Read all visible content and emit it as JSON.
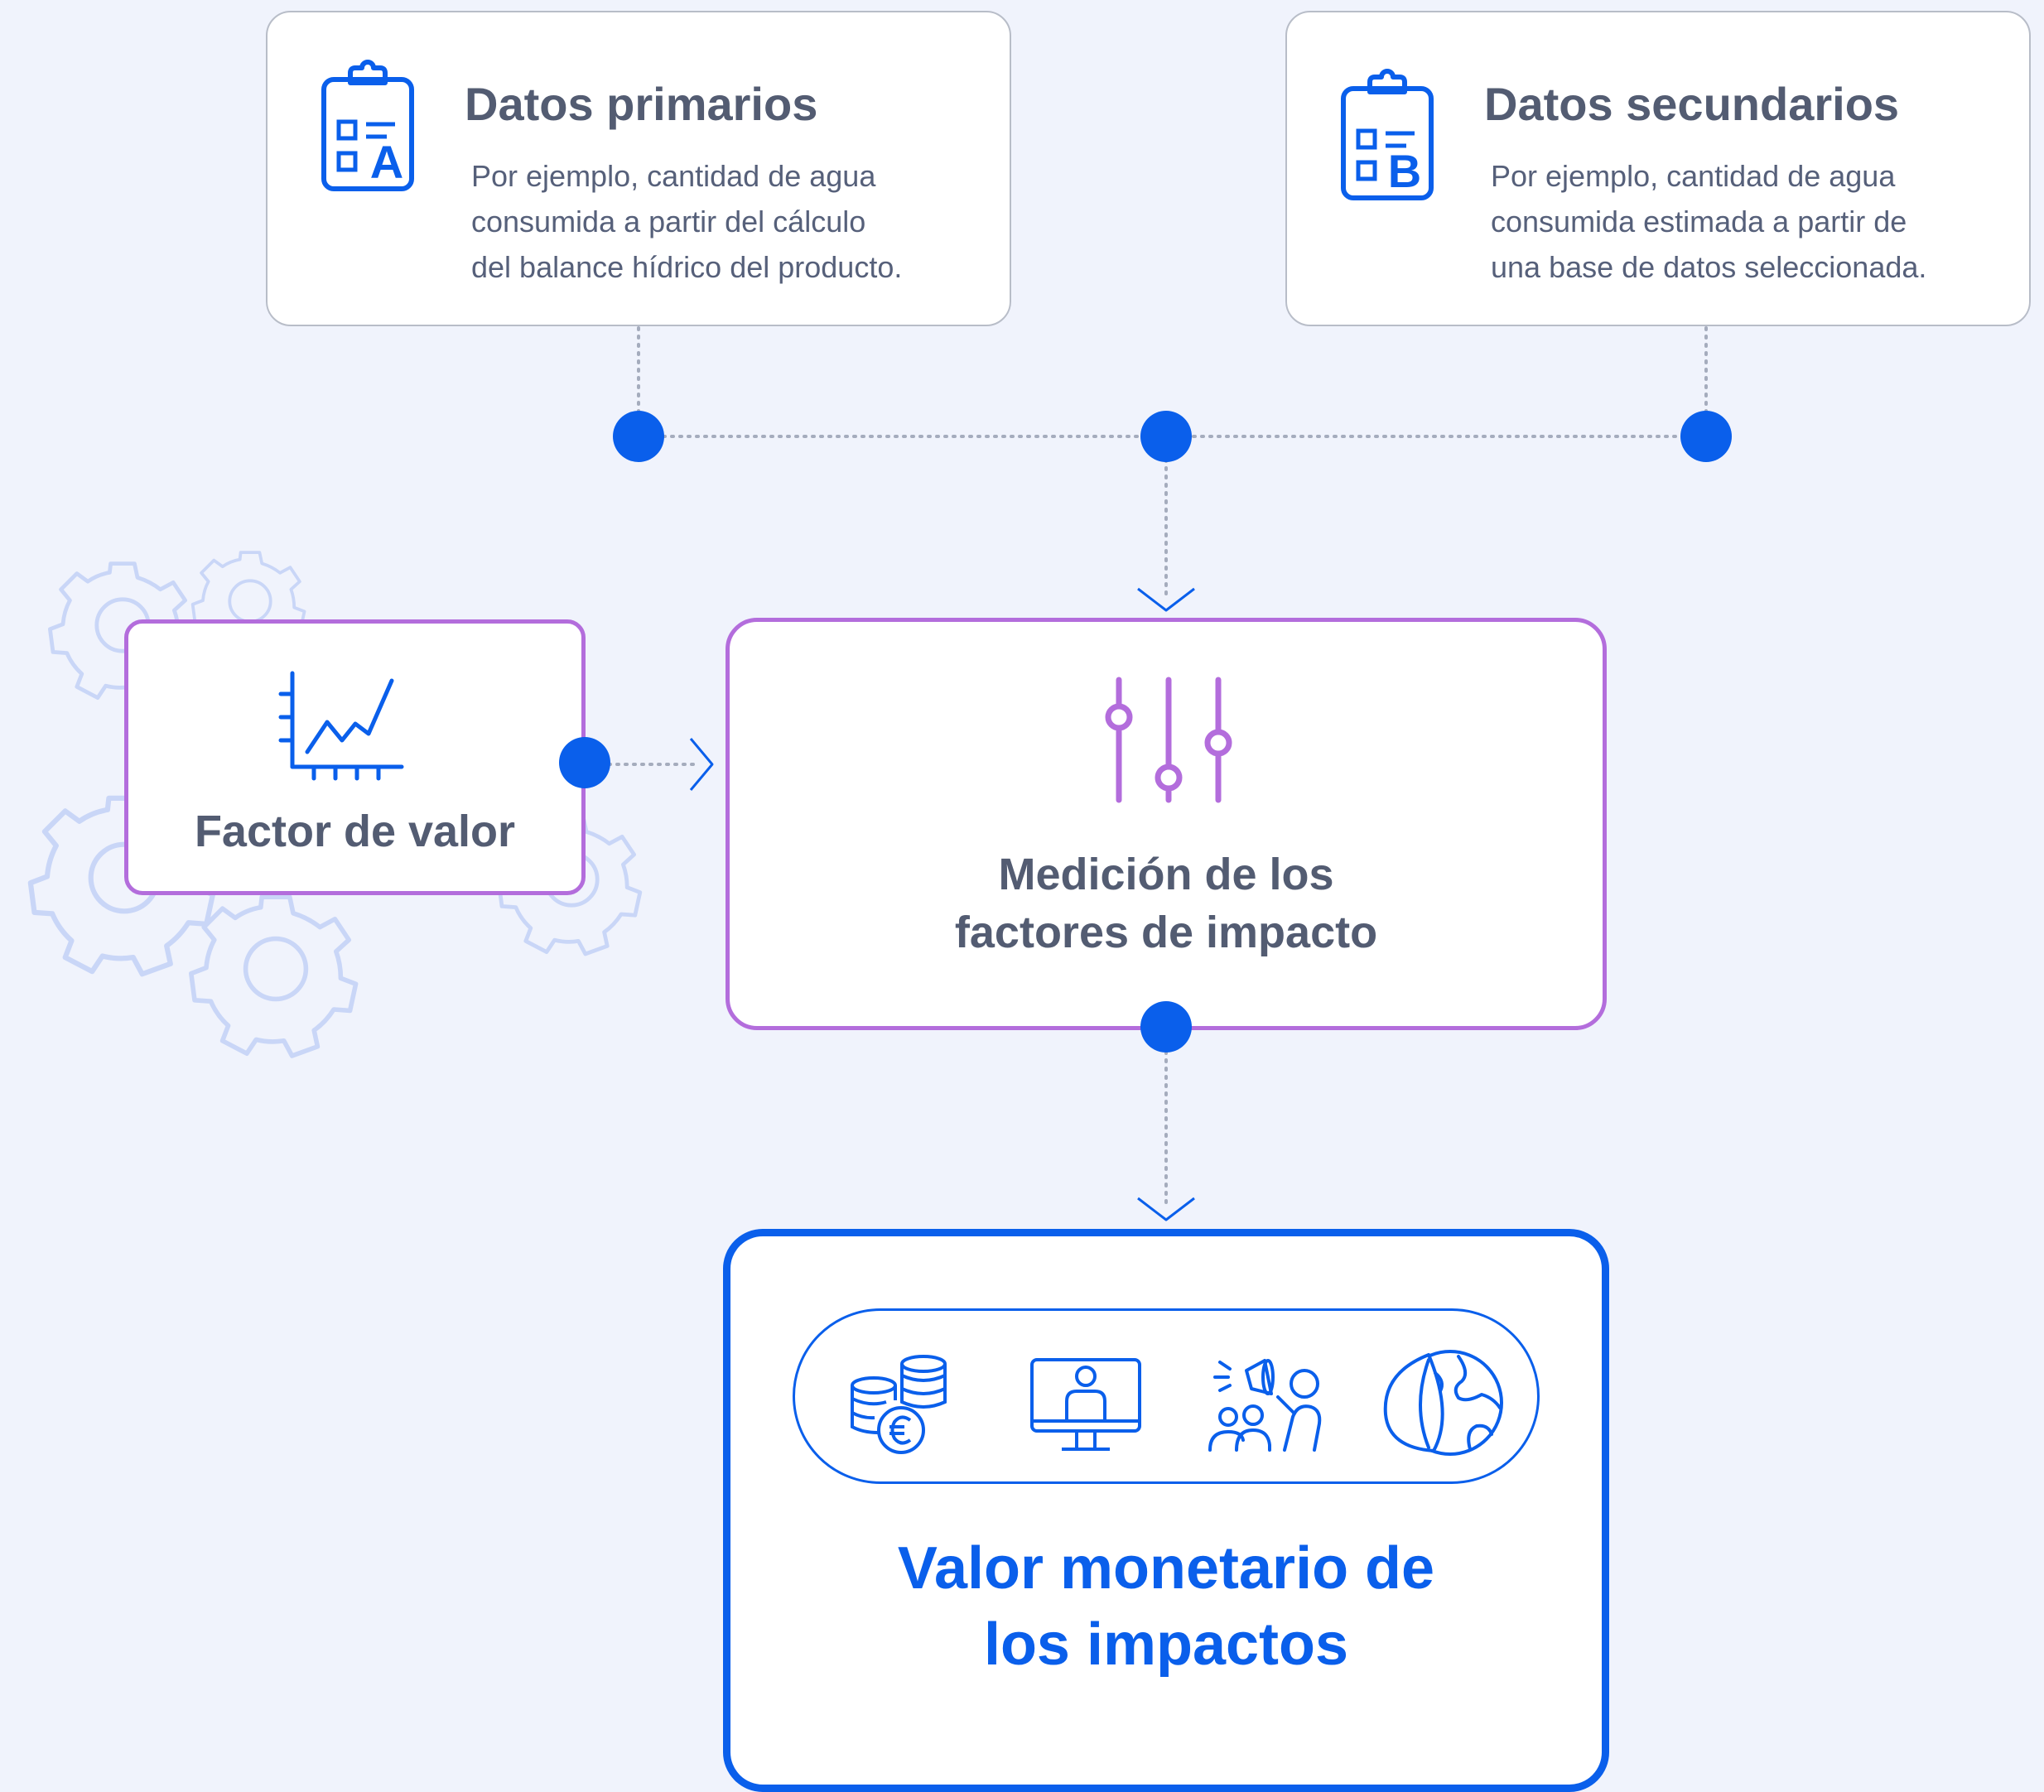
{
  "primary": {
    "title": "Datos primarios",
    "badge": "A",
    "description": [
      "Por ejemplo, cantidad de agua",
      "consumida a partir del cálculo",
      "del balance hídrico del producto."
    ]
  },
  "secondary": {
    "title": "Datos secundarios",
    "badge": "B",
    "description": [
      "Por ejemplo, cantidad de agua",
      "consumida estimada a partir de",
      "una base de datos seleccionada."
    ]
  },
  "factor": {
    "title": "Factor de valor"
  },
  "medicion": {
    "title_lines": [
      "Medición de los",
      "factores de impacto"
    ]
  },
  "valor": {
    "title_lines": [
      "Valor monetario de",
      "los impactos"
    ],
    "icons": [
      "coins-euro-icon",
      "monitor-person-icon",
      "megaphone-people-icon",
      "earth-leaf-icon"
    ]
  },
  "colors": {
    "blue": "#0A5FEB",
    "purple": "#B36DDC",
    "text": "#535C72",
    "connector": "#A5ACBD",
    "background": "#F0F3FC",
    "gear": "#C9D6F7"
  }
}
